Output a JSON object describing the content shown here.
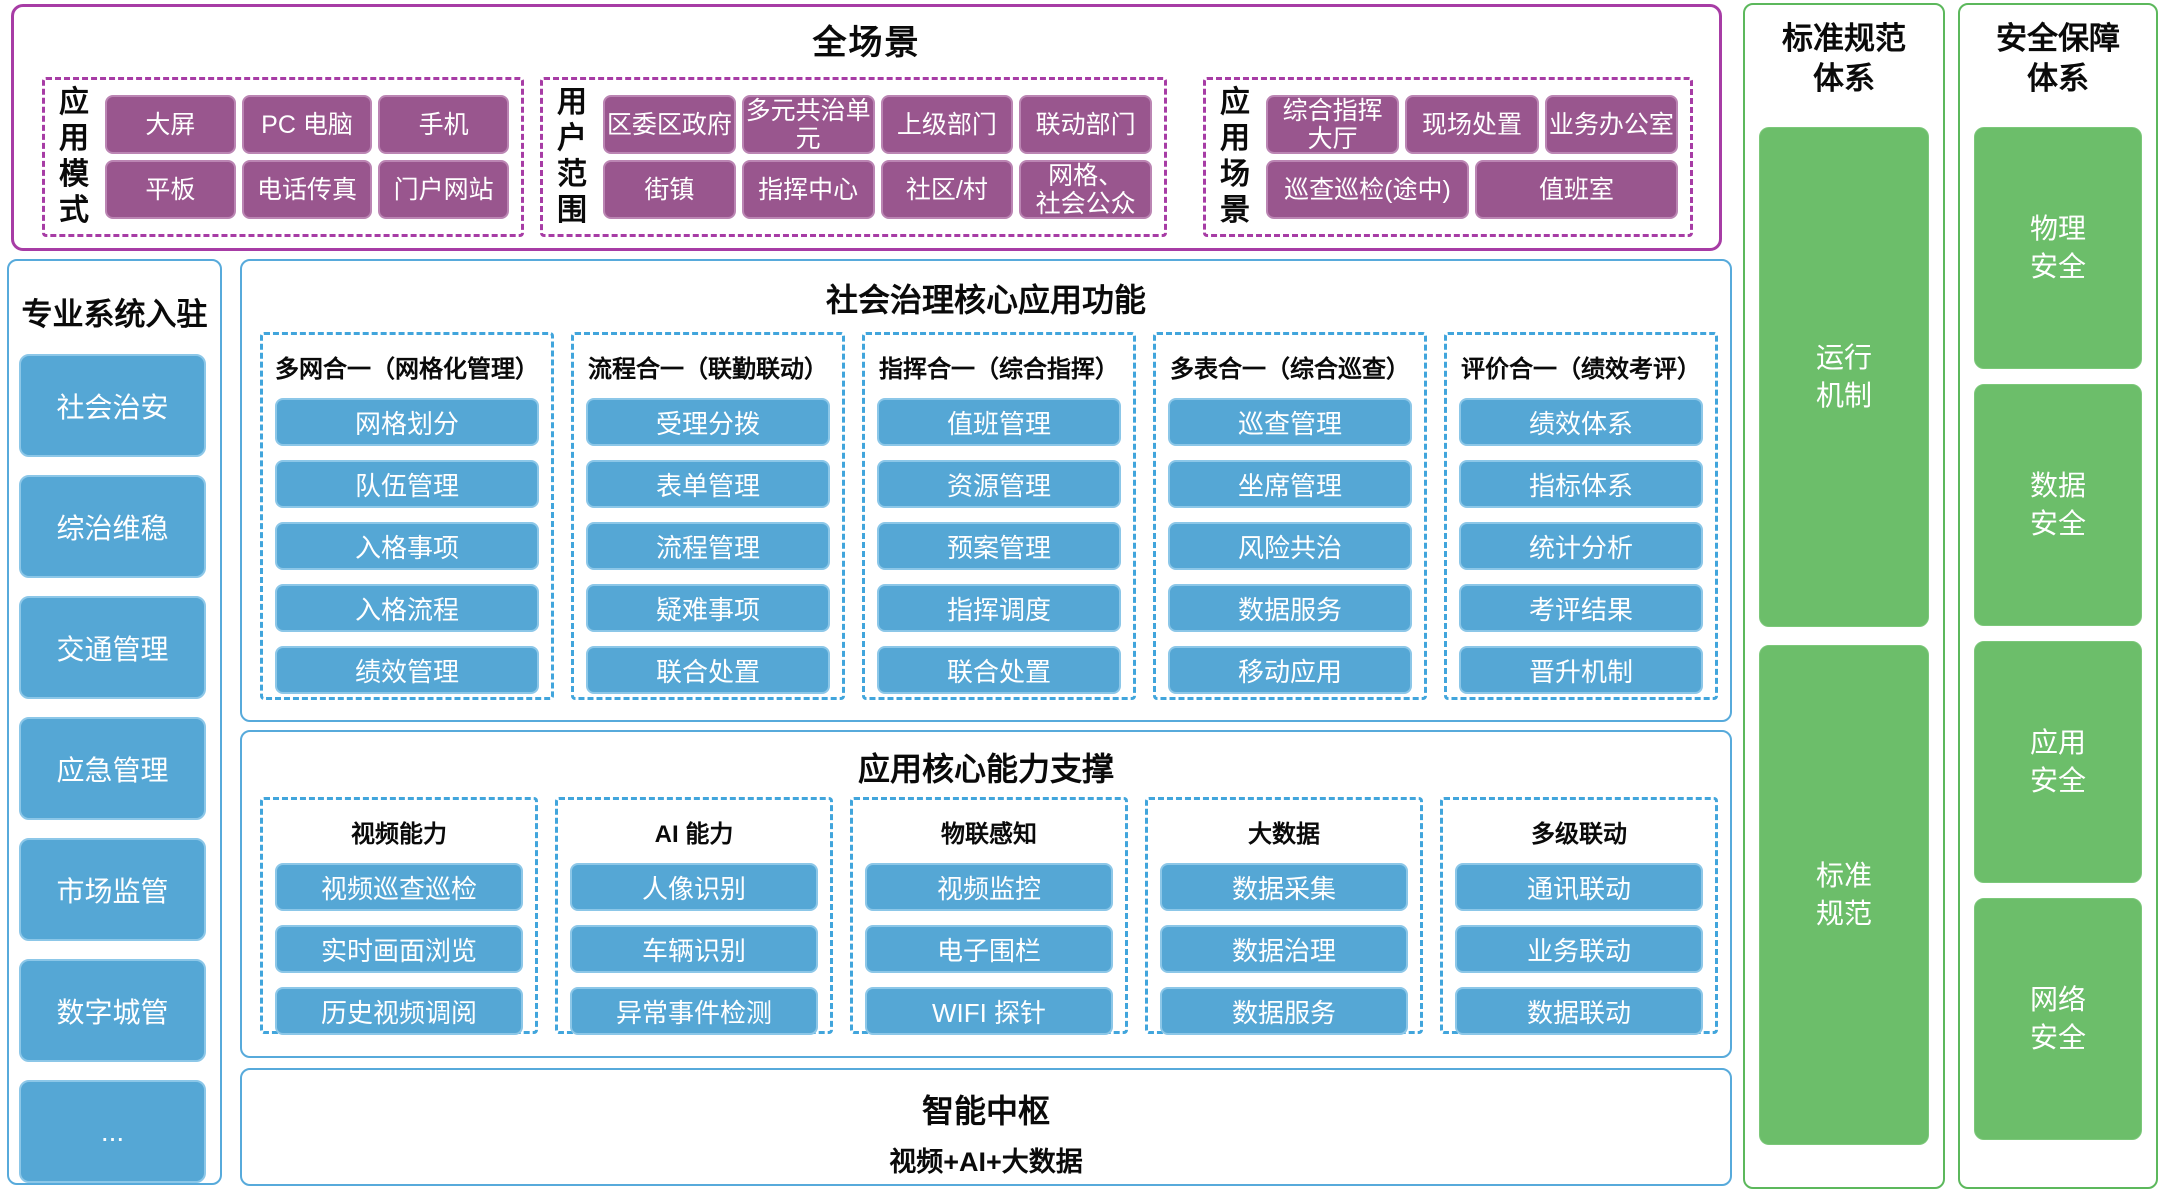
{
  "colors": {
    "purple_fill": "#99568e",
    "purple_outline": "#a73ca5",
    "blue_fill": "#55a7d5",
    "blue_dashed": "#41a5dc",
    "panel_border": "#57aadb",
    "green_fill": "#6cbe6a",
    "green_outline": "#5cb85c",
    "box_text": "#ffffff",
    "heading_text": "#0a0a0a"
  },
  "top": {
    "title": "全场景",
    "groups": [
      {
        "label": "应用模式",
        "rows": [
          [
            "大屏",
            "PC 电脑",
            "手机"
          ],
          [
            "平板",
            "电话传真",
            "门户网站"
          ]
        ]
      },
      {
        "label": "用户范围",
        "rows": [
          [
            "区委区政府",
            "多元共治单元",
            "上级部门",
            "联动部门"
          ],
          [
            "街镇",
            "指挥中心",
            "社区/村",
            "网格、\n社会公众"
          ]
        ]
      },
      {
        "label": "应用场景",
        "rows": [
          [
            "综合指挥\n大厅",
            "现场处置",
            "业务办公室"
          ],
          [
            "巡查巡检(途中)",
            "值班室"
          ]
        ]
      }
    ]
  },
  "left_panel": {
    "title": "专业系统入驻",
    "items": [
      "社会治安",
      "综治维稳",
      "交通管理",
      "应急管理",
      "市场监管",
      "数字城管",
      "..."
    ]
  },
  "core_functions": {
    "title": "社会治理核心应用功能",
    "columns": [
      {
        "header": "多网合一（网格化管理）",
        "items": [
          "网格划分",
          "队伍管理",
          "入格事项",
          "入格流程",
          "绩效管理"
        ]
      },
      {
        "header": "流程合一（联勤联动）",
        "items": [
          "受理分拨",
          "表单管理",
          "流程管理",
          "疑难事项",
          "联合处置"
        ]
      },
      {
        "header": "指挥合一（综合指挥）",
        "items": [
          "值班管理",
          "资源管理",
          "预案管理",
          "指挥调度",
          "联合处置"
        ]
      },
      {
        "header": "多表合一（综合巡查）",
        "items": [
          "巡查管理",
          "坐席管理",
          "风险共治",
          "数据服务",
          "移动应用"
        ]
      },
      {
        "header": "评价合一（绩效考评）",
        "items": [
          "绩效体系",
          "指标体系",
          "统计分析",
          "考评结果",
          "晋升机制"
        ]
      }
    ]
  },
  "core_capabilities": {
    "title": "应用核心能力支撑",
    "columns": [
      {
        "header": "视频能力",
        "items": [
          "视频巡查巡检",
          "实时画面浏览",
          "历史视频调阅"
        ]
      },
      {
        "header": "AI 能力",
        "items": [
          "人像识别",
          "车辆识别",
          "异常事件检测"
        ]
      },
      {
        "header": "物联感知",
        "items": [
          "视频监控",
          "电子围栏",
          "WIFI 探针"
        ]
      },
      {
        "header": "大数据",
        "items": [
          "数据采集",
          "数据治理",
          "数据服务"
        ]
      },
      {
        "header": "多级联动",
        "items": [
          "通讯联动",
          "业务联动",
          "数据联动"
        ]
      }
    ]
  },
  "hub": {
    "title": "智能中枢",
    "subtitle": "视频+AI+大数据"
  },
  "right_panels": [
    {
      "title": "标准规范\n体系",
      "items": [
        "运行\n机制",
        "标准\n规范"
      ]
    },
    {
      "title": "安全保障\n体系",
      "items": [
        "物理\n安全",
        "数据\n安全",
        "应用\n安全",
        "网络\n安全"
      ]
    }
  ]
}
